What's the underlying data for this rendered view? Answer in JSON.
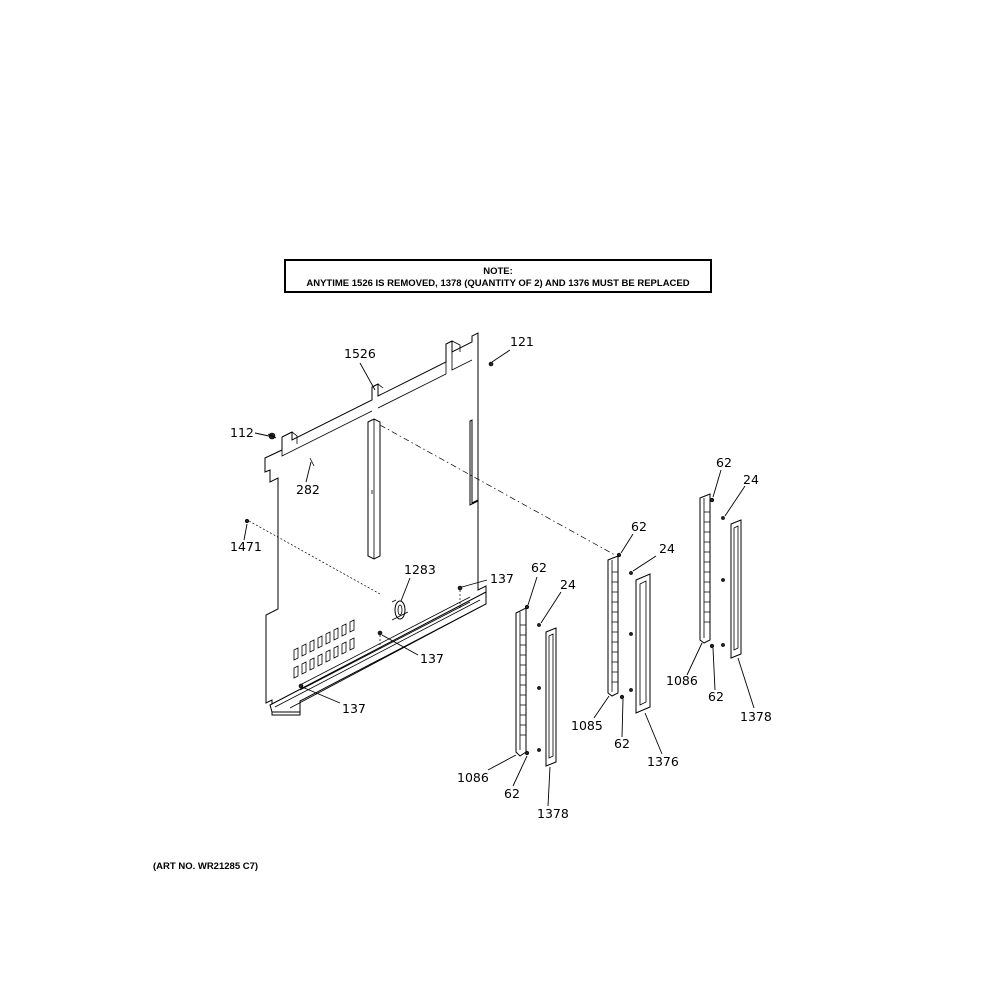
{
  "note": {
    "heading": "NOTE:",
    "text": "ANYTIME 1526 IS REMOVED, 1378 (QUANTITY OF 2) AND 1376 MUST BE REPLACED"
  },
  "callouts": {
    "c1526": "1526",
    "c121": "121",
    "c112": "112",
    "c282": "282",
    "c1471": "1471",
    "c1283": "1283",
    "c137_a": "137",
    "c137_b": "137",
    "c137_c": "137",
    "c62_a": "62",
    "c24_a": "24",
    "c1086_a": "1086",
    "c62_b": "62",
    "c1378_a": "1378",
    "c62_c": "62",
    "c24_b": "24",
    "c1085": "1085",
    "c62_d": "62",
    "c1376": "1376",
    "c62_e": "62",
    "c24_c": "24",
    "c1086_b": "1086",
    "c62_f": "62",
    "c1378_b": "1378"
  },
  "art_number": "(ART NO. WR21285 C7)"
}
